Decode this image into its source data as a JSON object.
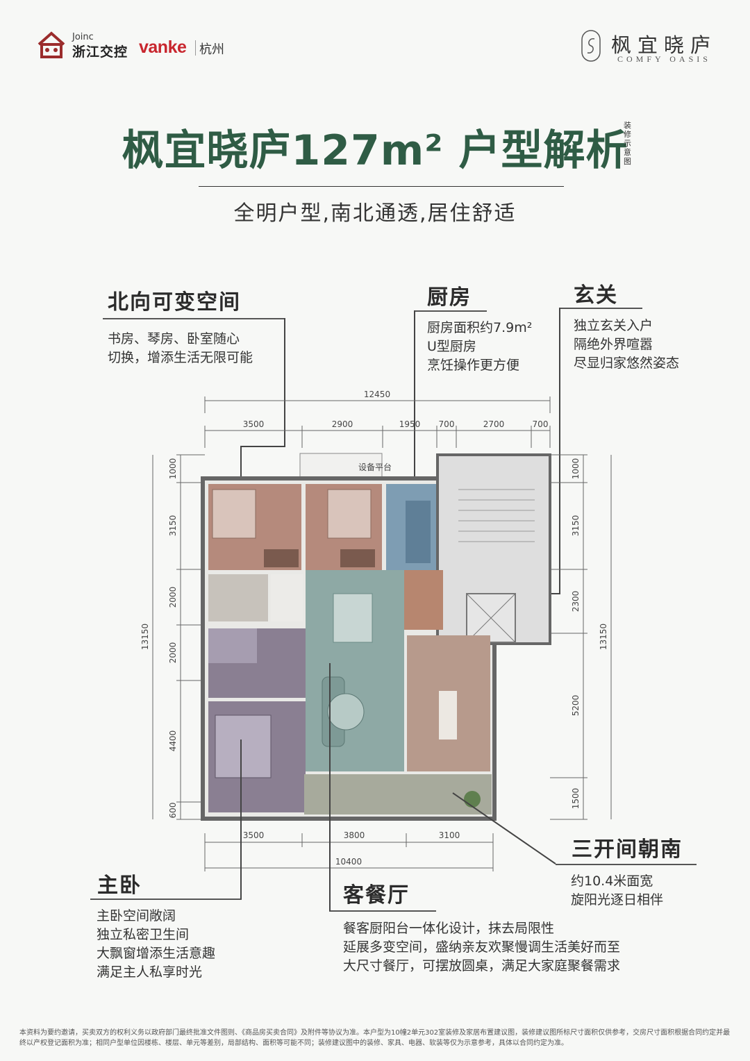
{
  "header": {
    "joinc_small": "Joinc",
    "joinc_name": "浙江交控",
    "vanke": "vanke",
    "vanke_city": "杭州",
    "project_cn": "枫宜晓庐",
    "project_en": "COMFY OASIS"
  },
  "title": "枫宜晓庐127m² 户型解析",
  "title_note": "装修示意图",
  "subtitle": "全明户型,南北通透,居住舒适",
  "features": {
    "north": {
      "title": "北向可变空间",
      "lines": [
        "书房、琴房、卧室随心",
        "切换，增添生活无限可能"
      ]
    },
    "kitchen": {
      "title": "厨房",
      "lines": [
        "厨房面积约7.9m²",
        "U型厨房",
        "烹饪操作更方便"
      ]
    },
    "entry": {
      "title": "玄关",
      "lines": [
        "独立玄关入户",
        "隔绝外界喧嚣",
        "尽显归家悠然姿态"
      ]
    },
    "south": {
      "title": "三开间朝南",
      "lines": [
        "约10.4米面宽",
        "旋阳光逐日相伴"
      ]
    },
    "master": {
      "title": "主卧",
      "lines": [
        "主卧空间敞阔",
        "独立私密卫生间",
        "大飘窗增添生活意趣",
        "满足主人私享时光"
      ]
    },
    "living": {
      "title": "客餐厅",
      "lines": [
        "餐客厨阳台一体化设计，抹去局限性",
        "延展多变空间，盛纳亲友欢聚慢调生活美好而至",
        "大尺寸餐厅，可摆放圆桌，满足大家庭聚餐需求"
      ]
    }
  },
  "plan": {
    "platform_label": "设备平台",
    "dims_top_total": "12450",
    "dims_top": [
      "3500",
      "2900",
      "1950",
      "700",
      "2700",
      "700"
    ],
    "dims_bottom": [
      "3500",
      "3800",
      "3100"
    ],
    "dims_bottom_total": "10400",
    "dims_left": [
      "1000",
      "3150",
      "2000",
      "2000",
      "4400",
      "600"
    ],
    "dims_left_total": "13150",
    "dims_right": [
      "1000",
      "3150",
      "2300",
      "5200",
      "1500"
    ],
    "dims_right_total": "13150"
  },
  "footnote": "本资料为要约邀请，买卖双方的权利义务以政府部门最终批准文件图则、《商品房买卖合同》及附件等协议为准。本户型为10幢2单元302室装修及家居布置建议图，装修建议图所标尺寸面积仅供参考，交房尺寸面积根据合同约定并最终以产权登记面积为准；相同户型单位因楼栋、楼层、单元等差别，局部结构、面积等可能不同；装修建议图中的装修、家具、电器、软装等仅为示意参考，具体以合同约定为准。",
  "colors": {
    "title": "#2f5c45",
    "vanke": "#c8262e",
    "joinc": "#9b2c2c",
    "bedroom": "#b58a7c",
    "master": "#8a7f92",
    "kitchen": "#7e9db3",
    "living": "#8ea9a5",
    "study": "#b79a8c"
  }
}
